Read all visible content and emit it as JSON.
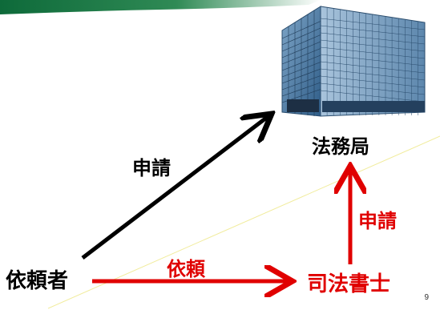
{
  "labels": {
    "office": "法務局",
    "client": "依頼者",
    "scrivener": "司法書士",
    "request": "依頼",
    "apply_client": "申請",
    "apply_scrivener": "申請"
  },
  "page_number": "9",
  "colors": {
    "header_green": "#0e6a3a",
    "black_arrow": "#000000",
    "red_arrow": "#e00000",
    "building_blue": "#3e6f9e"
  },
  "icons": {
    "building": "office-building-icon"
  }
}
